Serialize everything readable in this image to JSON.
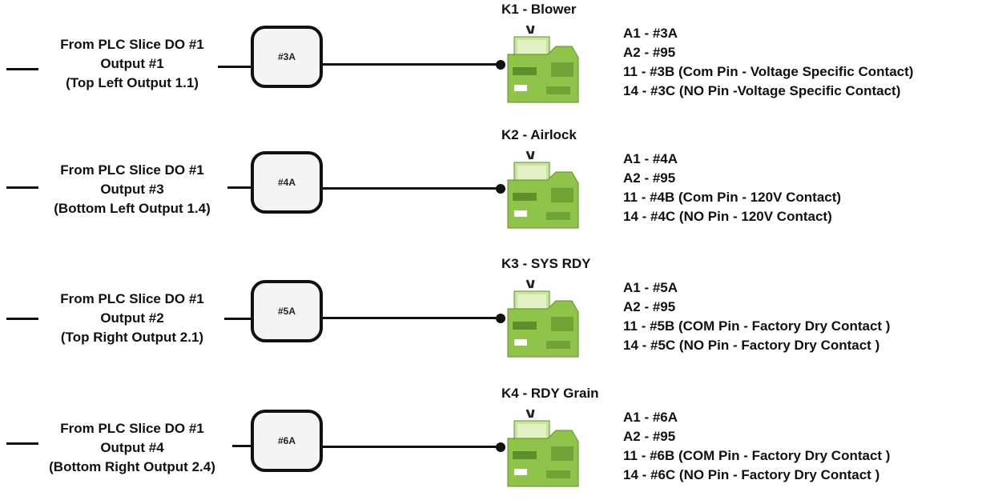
{
  "rows": [
    {
      "source_lines": [
        "From PLC Slice DO #1",
        "Output #1",
        "(Top Left Output 1.1)"
      ],
      "box_label": "#3A",
      "relay_title": "K1 - Blower",
      "pins": [
        "A1 - #3A",
        "A2 - #95",
        "11 - #3B (Com Pin - Voltage Specific Contact)",
        "14 - #3C (NO Pin -Voltage Specific Contact)"
      ]
    },
    {
      "source_lines": [
        "From PLC Slice DO #1",
        "Output #3",
        "(Bottom Left Output 1.4)"
      ],
      "box_label": "#4A",
      "relay_title": "K2 - Airlock",
      "pins": [
        "A1 - #4A",
        "A2 - #95",
        "11 - #4B (Com Pin -  120V Contact)",
        "14 - #4C (NO Pin -  120V Contact)"
      ]
    },
    {
      "source_lines": [
        "From PLC Slice DO #1",
        "Output #2",
        "(Top Right Output 2.1)"
      ],
      "box_label": "#5A",
      "relay_title": "K3 - SYS RDY",
      "pins": [
        "A1 - #5A",
        "A2 - #95",
        "11 - #5B  (COM Pin - Factory Dry Contact )",
        "14 - #5C (NO  Pin - Factory Dry Contact )"
      ]
    },
    {
      "source_lines": [
        "From PLC Slice DO #1",
        "Output #4",
        "(Bottom Right Output 2.4)"
      ],
      "box_label": "#6A",
      "relay_title": "K4 - RDY Grain",
      "pins": [
        "A1 - #6A",
        "A2 - #95",
        "11 - #6B (COM Pin - Factory Dry Contact )",
        "14 - #6C (NO  Pin - Factory Dry Contact )"
      ]
    }
  ],
  "colors": {
    "relay_body": "#8fc34a",
    "relay_dark": "#5f8f2a",
    "relay_light": "#c8e59a",
    "wire": "#111111"
  }
}
